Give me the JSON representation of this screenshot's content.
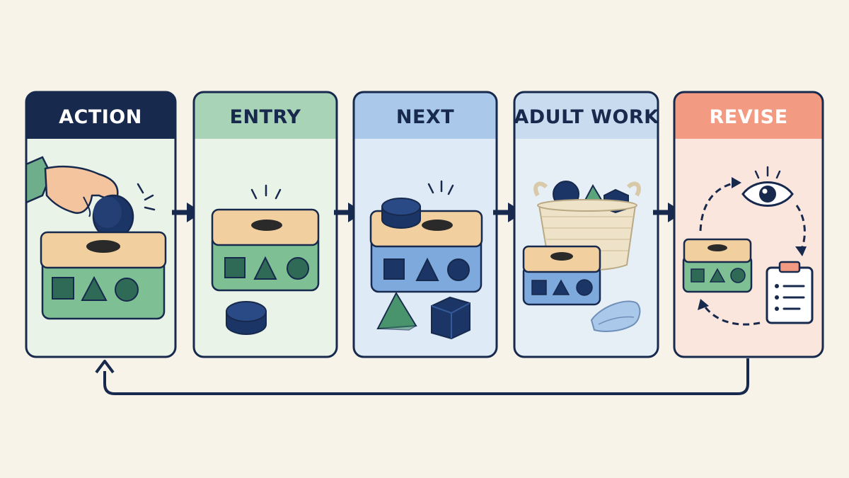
{
  "steps": [
    {
      "label": "ACTION"
    },
    {
      "label": "ENTRY"
    },
    {
      "label": "NEXT"
    },
    {
      "label": "ADULT WORK"
    },
    {
      "label": "REVISE"
    }
  ],
  "colors": {
    "background": "#f8f3e8",
    "outline": "#17294d",
    "action_header": "#17294d",
    "action_header_text": "#ffffff",
    "entry_header": "#a9d3b7",
    "entry_body": "#eaf3e8",
    "next_header": "#a9c8ea",
    "next_body": "#dfeaf7",
    "adult_header": "#c9dcef",
    "adult_body": "#e6eef6",
    "revise_header": "#f39a82",
    "revise_header_text": "#ffffff",
    "revise_body": "#fbe6dd",
    "toy_green": "#7fbf94",
    "toy_blue": "#7ea9dc",
    "toy_lid": "#f1cf9e",
    "piece_navy": "#1b3566",
    "piece_green": "#5aa47c"
  },
  "icons": [
    "hand-icon",
    "shape-sorter-icon",
    "disc-piece-icon",
    "triangle-piece-icon",
    "cube-piece-icon",
    "basket-icon",
    "cloth-icon",
    "eye-icon",
    "clipboard-icon",
    "arrow-icon",
    "loop-arrow-icon"
  ]
}
